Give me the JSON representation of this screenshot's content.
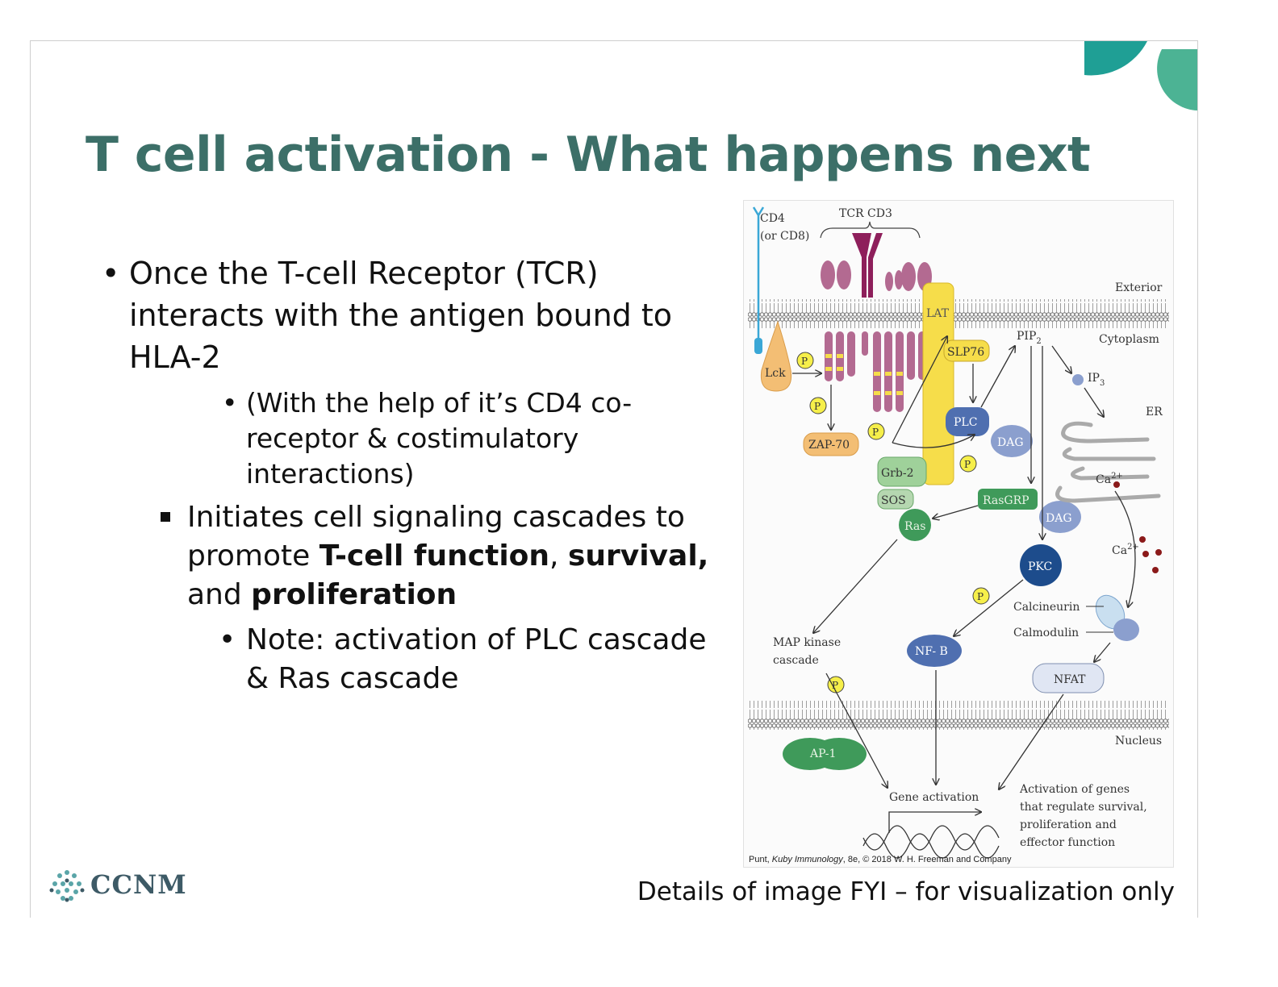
{
  "slide": {
    "title": "T cell activation - What happens next",
    "bullets": {
      "b1_line1": "Once the T-cell Receptor (TCR)",
      "b1_line2": "interacts with the antigen bound to",
      "b1_line3": "HLA-2",
      "b1_sub_line1": "(With the help of it’s CD4 co-",
      "b1_sub_line2": "receptor & costimulatory",
      "b1_sub_line3": "interactions)",
      "b2_line1": "Initiates cell signaling cascades to",
      "b2_line2_pre": "promote ",
      "b2_line2_bold1": "T-cell function",
      "b2_line2_mid": ", ",
      "b2_line2_bold2": "survival,",
      "b2_line3_pre": "and ",
      "b2_line3_bold": "proliferation",
      "b2_sub_line1": "Note: activation of PLC cascade",
      "b2_sub_line2": "& Ras cascade"
    },
    "footnote": "Details of image FYI – for visualization only",
    "logo": "CCNM"
  },
  "diagram": {
    "labels": {
      "cd4": "CD4",
      "or_cd8": "(or CD8)",
      "tcr_cd3": "TCR CD3",
      "exterior": "Exterior",
      "cytoplasm": "Cytoplasm",
      "nucleus": "Nucleus",
      "er": "ER",
      "lat": "LAT",
      "lck": "Lck",
      "slp76": "SLP76",
      "pip2": "PIP",
      "pip2_sub": "2",
      "ip3": "IP",
      "ip3_sub": "3",
      "plc": "PLC",
      "dag": "DAG",
      "zap70": "ZAP-70",
      "grb2": "Grb-2",
      "sos": "SOS",
      "rasgrp": "RasGRP",
      "ras": "Ras",
      "pkc": "PKC",
      "ca": "Ca",
      "ca_sup": "2+",
      "p": "P",
      "calcineurin": "Calcineurin",
      "calmodulin": "Calmodulin",
      "map_kinase_1": "MAP kinase",
      "map_kinase_2": "cascade",
      "nfkb": "NF- B",
      "nfat": "NFAT",
      "ap1": "AP-1",
      "gene_activation": "Gene activation",
      "act_1": "Activation of genes",
      "act_2": "that regulate survival,",
      "act_3": "proliferation and",
      "act_4": "effector function",
      "credit_pre": "Punt, ",
      "credit_book": "Kuby Immunology",
      "credit_post": ", 8e, © 2018 W. H. Freeman and Company"
    },
    "colors": {
      "title_teal": "#3c6f68",
      "receptor": "#b36a91",
      "lat_yellow": "#f6dd4a",
      "lck_orange": "#f3be74",
      "plc_blue": "#4f6fb0",
      "dag_blue": "#8b9fce",
      "pkc_navy": "#1d4c8c",
      "green": "#3f9a5a",
      "light_green": "#9fd19a",
      "ca_dot": "#8b1a1a"
    }
  }
}
